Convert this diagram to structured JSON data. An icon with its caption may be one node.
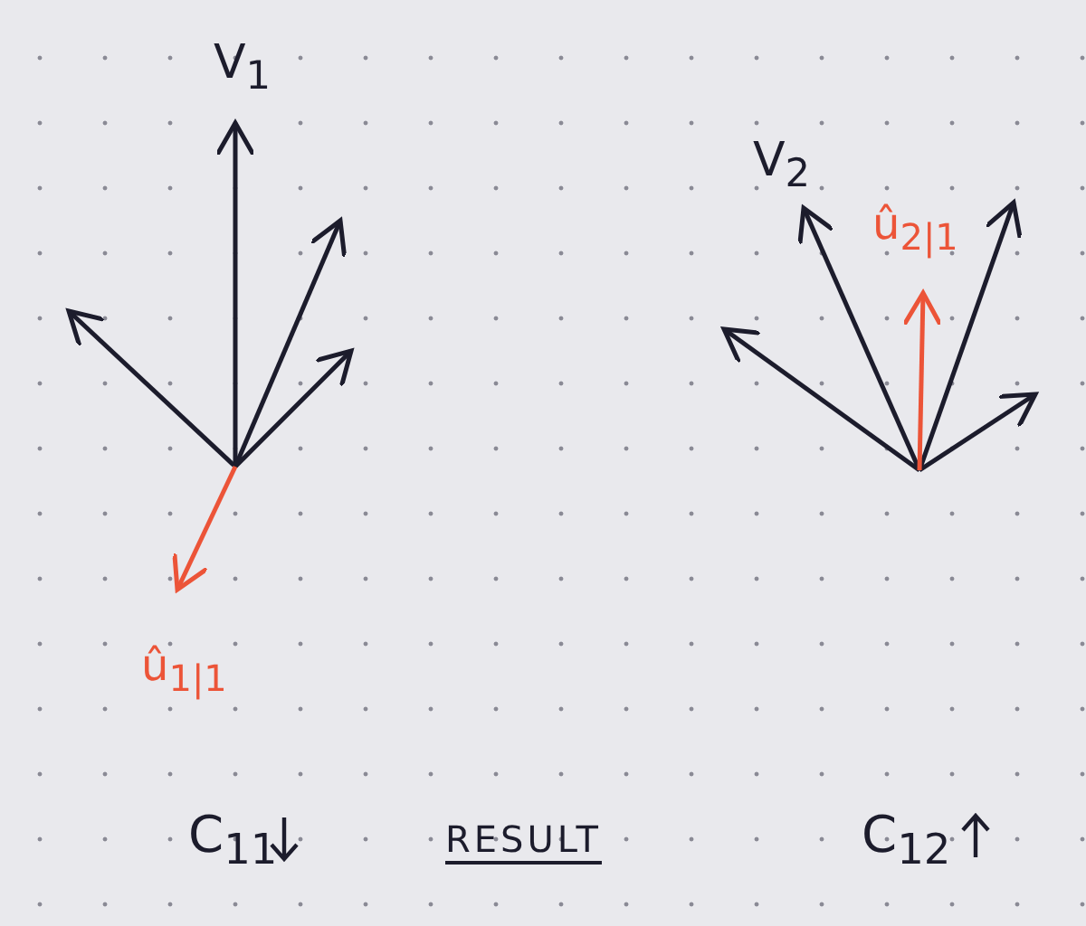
{
  "diagram": {
    "labels": [
      "V$_{1}$",
      "V$_{2}$",
      "û$_{2|1}$",
      "û$_{1|1}$",
      "C$_{11}$",
      "RESULT",
      "C$_{12}$"
    ]
  }
}
